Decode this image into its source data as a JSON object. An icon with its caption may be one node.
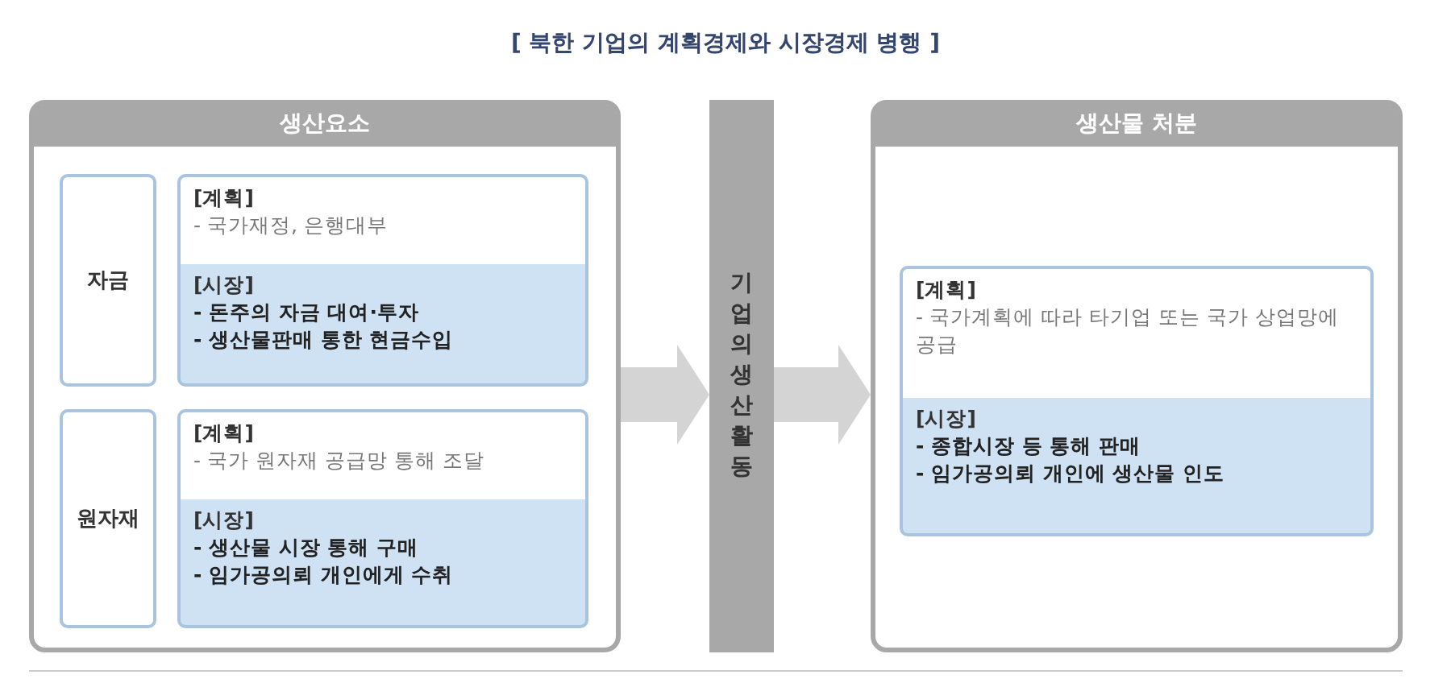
{
  "diagram": {
    "title": "[ 북한 기업의 계획경제와 시장경제 병행 ]",
    "nodes": [
      {
        "text": [
          "생산요소"
        ]
      },
      {
        "text": [
          "자금"
        ],
        "in": 0
      },
      {
        "text": [
          "[계획]",
          "- 국가재정, 은행대부"
        ],
        "in": 0
      },
      {
        "text": [
          "[시장]",
          "- 돈주의 자금 대여·투자",
          "- 생산물판매 통한 현금수입"
        ],
        "in": 0
      },
      {
        "text": [
          "원자재"
        ],
        "in": 0
      },
      {
        "text": [
          "[계획]",
          "- 국가 원자재 공급망 통해 조달"
        ],
        "in": 0
      },
      {
        "text": [
          "[시장]",
          "- 생산물 시장 통해 구매",
          "- 임가공의뢰 개인에게 수취"
        ],
        "in": 0
      },
      {
        "text": [
          "기업의 생산활동"
        ]
      },
      {
        "text": [
          "생산물 처분"
        ]
      },
      {
        "text": [
          "[계획]",
          "- 국가계획에 따라 타기업 또는 국가 상업망에 공급"
        ],
        "in": 8
      },
      {
        "text": [
          "[시장]",
          "- 종합시장 등 통해 판매",
          "- 임가공의뢰 개인에 생산물 인도"
        ],
        "in": 8
      }
    ],
    "edges": [
      {
        "from": 0,
        "to": 7,
        "arrow": "to"
      },
      {
        "from": 7,
        "to": 8,
        "arrow": "to"
      }
    ]
  }
}
